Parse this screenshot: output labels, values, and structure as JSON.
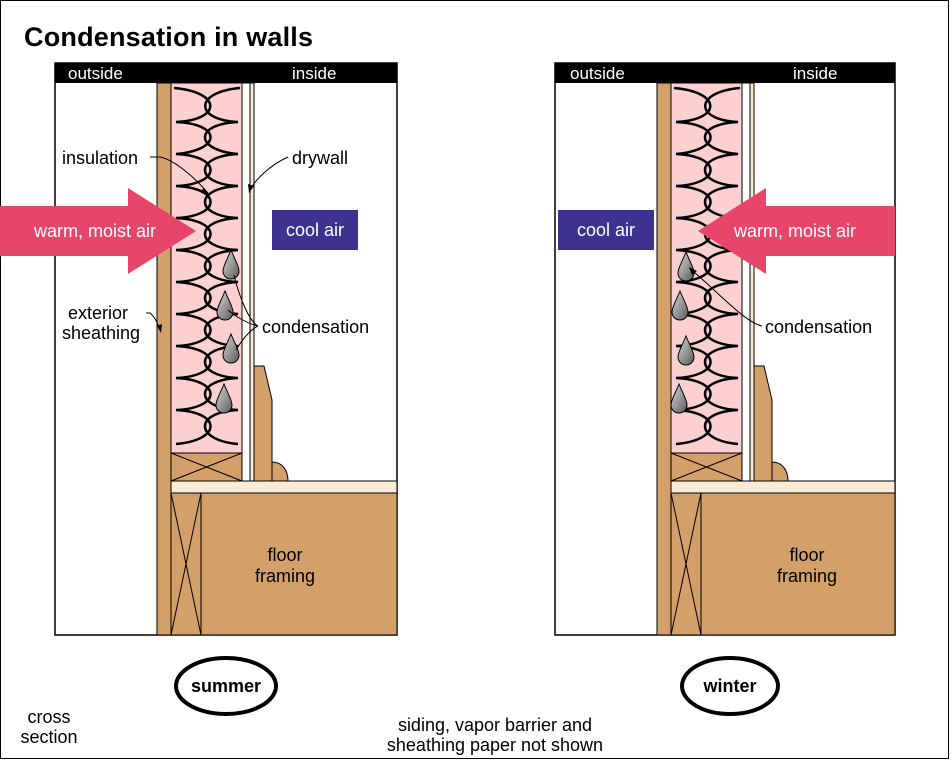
{
  "title": "Condensation in walls",
  "panels": [
    {
      "season": "summer",
      "outside": "outside",
      "inside": "inside",
      "air_arrow": "warm, moist air",
      "air_box": "cool air",
      "labels": {
        "insulation": "insulation",
        "drywall": "drywall",
        "sheathing_1": "exterior",
        "sheathing_2": "sheathing",
        "condensation": "condensation",
        "floor_1": "floor",
        "floor_2": "framing"
      }
    },
    {
      "season": "winter",
      "outside": "outside",
      "inside": "inside",
      "air_arrow": "warm, moist air",
      "air_box": "cool air",
      "labels": {
        "condensation": "condensation",
        "floor_1": "floor",
        "floor_2": "framing"
      }
    }
  ],
  "notes": {
    "cross_1": "cross",
    "cross_2": "section",
    "footer_1": "siding, vapor barrier and",
    "footer_2": "sheathing paper not shown"
  },
  "colors": {
    "wood": "#d4a06a",
    "insulation": "#fcd0d0",
    "arrow": "#e8456b",
    "cool_box": "#3c3391",
    "header": "#000000",
    "drop": "#9a9a9a",
    "trim": "#faebd7"
  }
}
